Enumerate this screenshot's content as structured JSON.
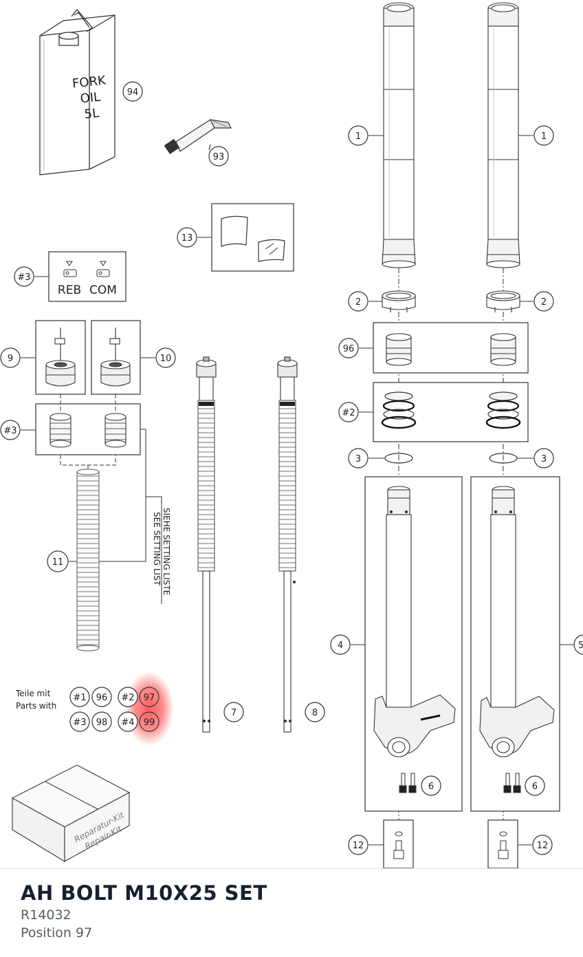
{
  "diagram": {
    "can": {
      "lines": [
        "FORK",
        "OIL",
        "5L"
      ],
      "callout": "94"
    },
    "tube": {
      "callout": "93"
    },
    "sticker": {
      "callout": "13"
    },
    "adjusters": {
      "callout": "#3",
      "reb_label": "REB",
      "com_label": "COM"
    },
    "cartridges": {
      "left_callout": "9",
      "right_callout": "10",
      "spring_group_callout": "#3"
    },
    "spring": {
      "callout": "11",
      "note_lines": [
        "SIEHE SETTING LISTE",
        "SEE SETTING LIST"
      ]
    },
    "inner_rods": {
      "left_callout": "7",
      "right_callout": "8"
    },
    "outer_tubes": {
      "left_callout": "1",
      "right_callout": "1"
    },
    "bushings": {
      "left_callout": "2",
      "right_callout": "2"
    },
    "kit_96": {
      "callout": "96"
    },
    "seals": {
      "callout": "#2"
    },
    "rings": {
      "left_callout": "3",
      "right_callout": "3"
    },
    "lower_legs": {
      "left_callout": "4",
      "right_callout": "5"
    },
    "bolts": {
      "left_callout": "6",
      "right_callout": "6"
    },
    "axle_bolts": {
      "left_callout": "12",
      "right_callout": "12"
    },
    "legend": {
      "label_de": "Teile mit",
      "label_en": "Parts with",
      "row1": [
        "#1",
        "96",
        "#2",
        "97"
      ],
      "row2": [
        "#3",
        "98",
        "#4",
        "99"
      ],
      "highlight_color": "#ff2a2a"
    },
    "box": {
      "lines": [
        "Reparatur-Kit",
        "Repair-Kit"
      ]
    }
  },
  "part": {
    "title": "AH BOLT M10X25 SET",
    "number": "R14032",
    "position": "Position 97"
  }
}
